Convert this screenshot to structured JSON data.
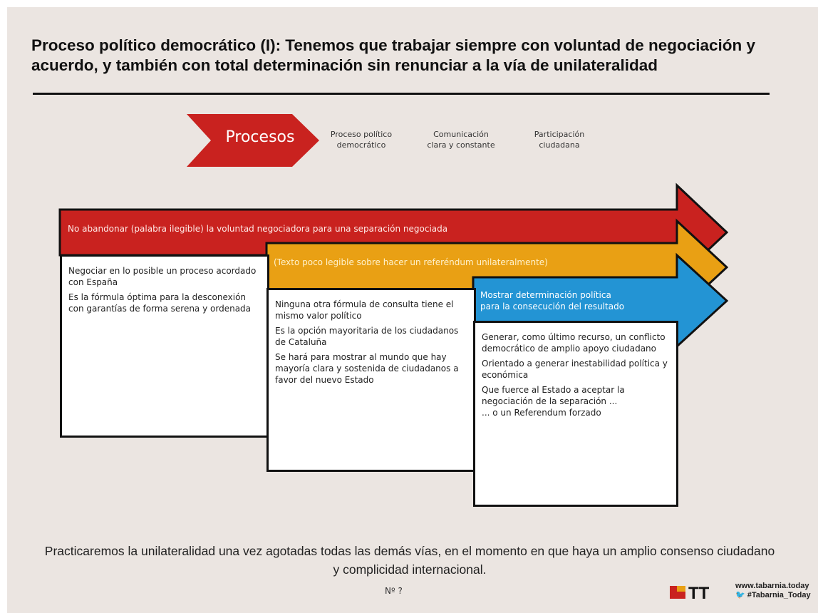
{
  "title": "Proceso político democrático (I): Tenemos que trabajar siempre con voluntad de negociación y acuerdo, y también con total determinación sin renunciar a la vía de unilateralidad",
  "chevron_label": "Procesos",
  "tabs": [
    {
      "line1": "Proceso político",
      "line2": "democrático"
    },
    {
      "line1": "Comunicación",
      "line2": "clara y constante"
    },
    {
      "line1": "Participación",
      "line2": "ciudadana"
    }
  ],
  "bands": [
    {
      "text": "No abandonar (palabra ilegible) la voluntad negociadora para una separación negociada",
      "color": "#c9221f"
    },
    {
      "text": "(Texto poco legible sobre hacer un referéndum unilateralmente)",
      "color": "#e9a014"
    },
    {
      "line1": "Mostrar determinación política",
      "line2": "para la consecución del resultado",
      "color": "#2394d4"
    }
  ],
  "boxes": [
    {
      "items": [
        "Negociar en lo posible un proceso acordado con España",
        "Es la fórmula óptima para la desconexión con garantías de forma serena y ordenada"
      ]
    },
    {
      "items": [
        "Ninguna otra fórmula de consulta tiene el mismo valor político",
        "Es la opción mayoritaria de los ciudadanos de Cataluña",
        "Se hará para mostrar al mundo que hay mayoría clara y sostenida de ciudadanos a favor del nuevo Estado"
      ]
    },
    {
      "items": [
        "Generar, como último recurso, un conflicto democrático de amplio apoyo ciudadano",
        "Orientado a generar inestabilidad política y económica",
        "Que fuerce al Estado a aceptar la negociación de la separación ...",
        "... o un Referendum forzado"
      ]
    }
  ],
  "bottom_text": "Practicaremos la unilateralidad una vez agotadas todas las demás vías, en el momento en que haya un amplio consenso ciudadano y complicidad internacional.",
  "page_number": "Nº ?",
  "logo": {
    "mark": "TT",
    "site": "www.tabarnia.today",
    "handle": "#Tabarnia_Today",
    "twitter_icon": "twitter-bird-icon"
  },
  "colors": {
    "red": "#c9221f",
    "yellow": "#e9a014",
    "blue": "#2394d4",
    "background": "#ebe5e1"
  }
}
